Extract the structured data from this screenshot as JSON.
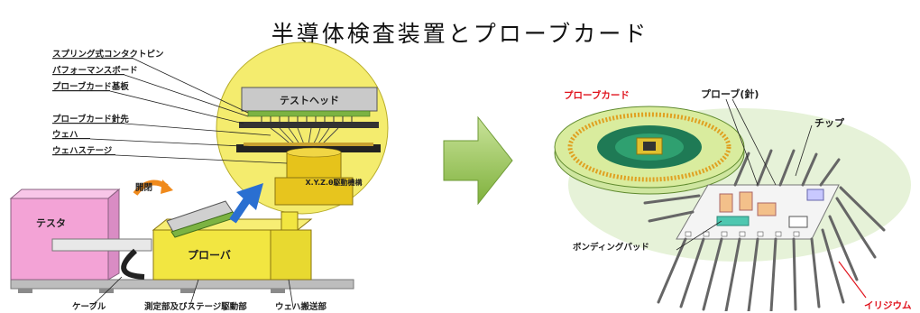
{
  "title": "半導体検査装置とプローブカード",
  "left": {
    "labels": {
      "spring_pin": "スプリング式コンタクトピン",
      "performance_board": "パフォーマンスボード",
      "probe_card_board": "プローブカード基板",
      "probe_tip": "プローブカード針先",
      "wafer": "ウェハ",
      "wafer_stage": "ウェハステージ",
      "test_head": "テストヘッド",
      "xyz_drive": "X.Y.Z.θ駆動機構",
      "open_close": "開閉",
      "tester": "テスタ",
      "prober": "プローバ",
      "cable": "ケーブル",
      "measure_stage": "測定部及びステージ駆動部",
      "wafer_transfer": "ウェハ搬送部"
    }
  },
  "right": {
    "labels": {
      "probe_card": "プローブカード",
      "probe_needle": "プローブ(針)",
      "chip": "チップ",
      "bonding_pad": "ボンディングパッド",
      "iridium": "イリジウム"
    }
  },
  "colors": {
    "yellow": "#f2e641",
    "pink": "#f3a3d6",
    "green_arrow": "#8dc04b",
    "red": "#e0141e",
    "blue_arrow": "#2a6fd1"
  }
}
